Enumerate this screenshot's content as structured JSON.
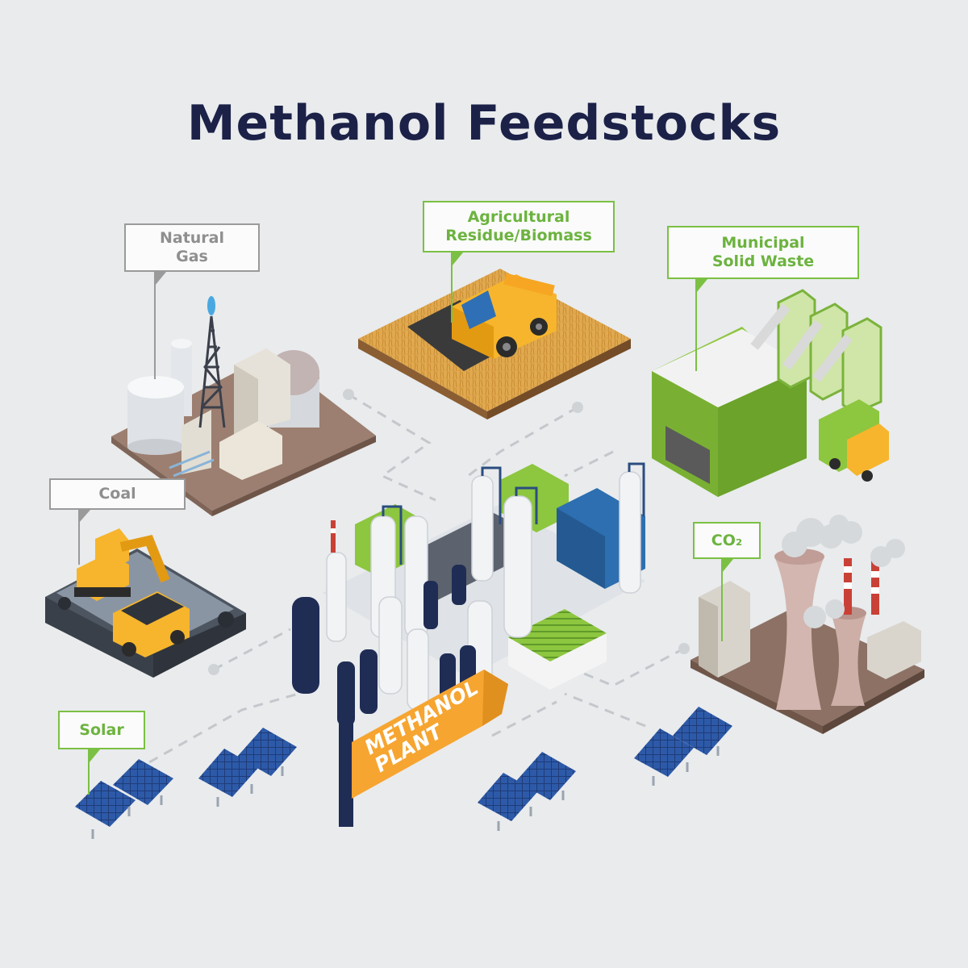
{
  "title": "Methanol Feedstocks",
  "labels": {
    "natural_gas": "Natural\nGas",
    "agricultural": "Agricultural\nResidue/Biomass",
    "municipal": "Municipal\nSolid Waste",
    "coal": "Coal",
    "co2": "CO₂",
    "solar": "Solar"
  },
  "plant_sign": "METHANOL\nPLANT",
  "colors": {
    "background": "#e9ebed",
    "title": "#1b2147",
    "grey_label": "#9a9a9a",
    "green_label": "#7bc043",
    "sign": "#f6a531",
    "navy": "#1f2d55",
    "green_building": "#8dc63f"
  }
}
